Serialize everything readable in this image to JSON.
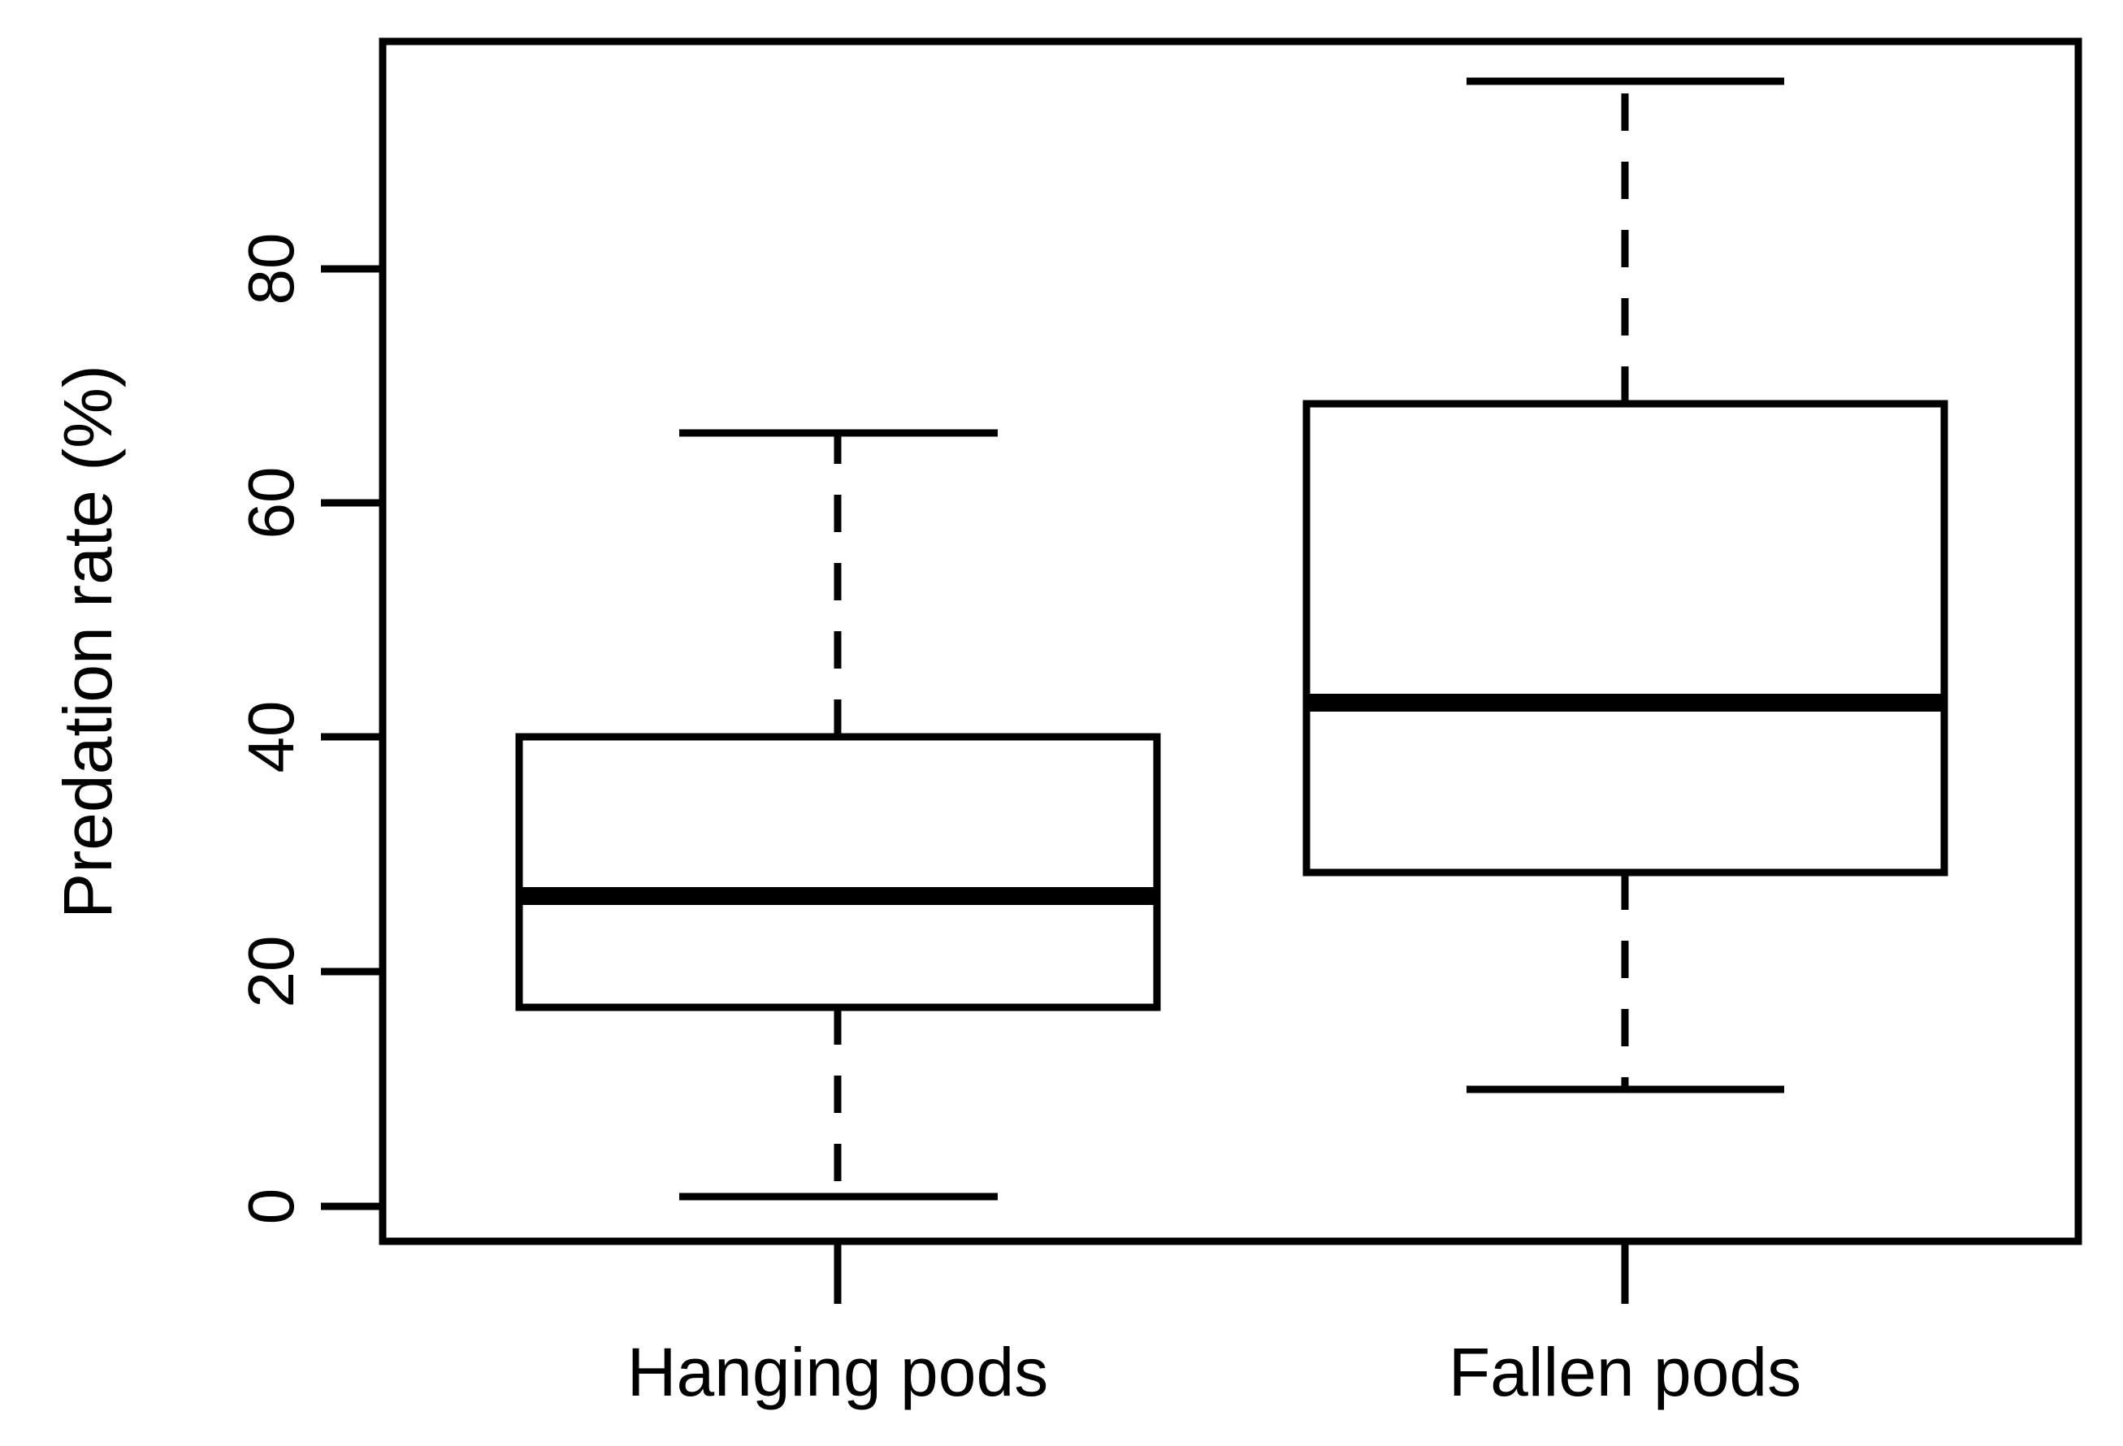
{
  "figure": {
    "background_color": "#ffffff",
    "foreground_color": "#000000",
    "axis_title_y": "Predation rate (%)"
  },
  "chart_data": {
    "type": "box",
    "title": "",
    "xlabel": "",
    "ylabel": "Predation rate (%)",
    "ylim": [
      -4,
      99
    ],
    "yticks": [
      0,
      20,
      40,
      60,
      80
    ],
    "ytick_labels": [
      "0",
      "20",
      "40",
      "60",
      "80"
    ],
    "grid": false,
    "legend": "none",
    "categories": [
      "Hanging pods",
      "Fallen pods"
    ],
    "boxes": [
      {
        "name": "Hanging pods",
        "whisker_low": 0.8,
        "q1": 17,
        "median": 26.5,
        "q3": 40,
        "whisker_high": 66,
        "outliers": []
      },
      {
        "name": "Fallen pods",
        "whisker_low": 10,
        "q1": 28.5,
        "median": 43,
        "q3": 68.5,
        "whisker_high": 96,
        "outliers": []
      }
    ]
  },
  "axis": {
    "y_tick_labels": [
      "80",
      "60",
      "40",
      "20",
      "0"
    ],
    "y_title": "Predation rate (%)"
  },
  "x_axis": {
    "labels": [
      "Hanging pods",
      "Fallen pods"
    ]
  }
}
